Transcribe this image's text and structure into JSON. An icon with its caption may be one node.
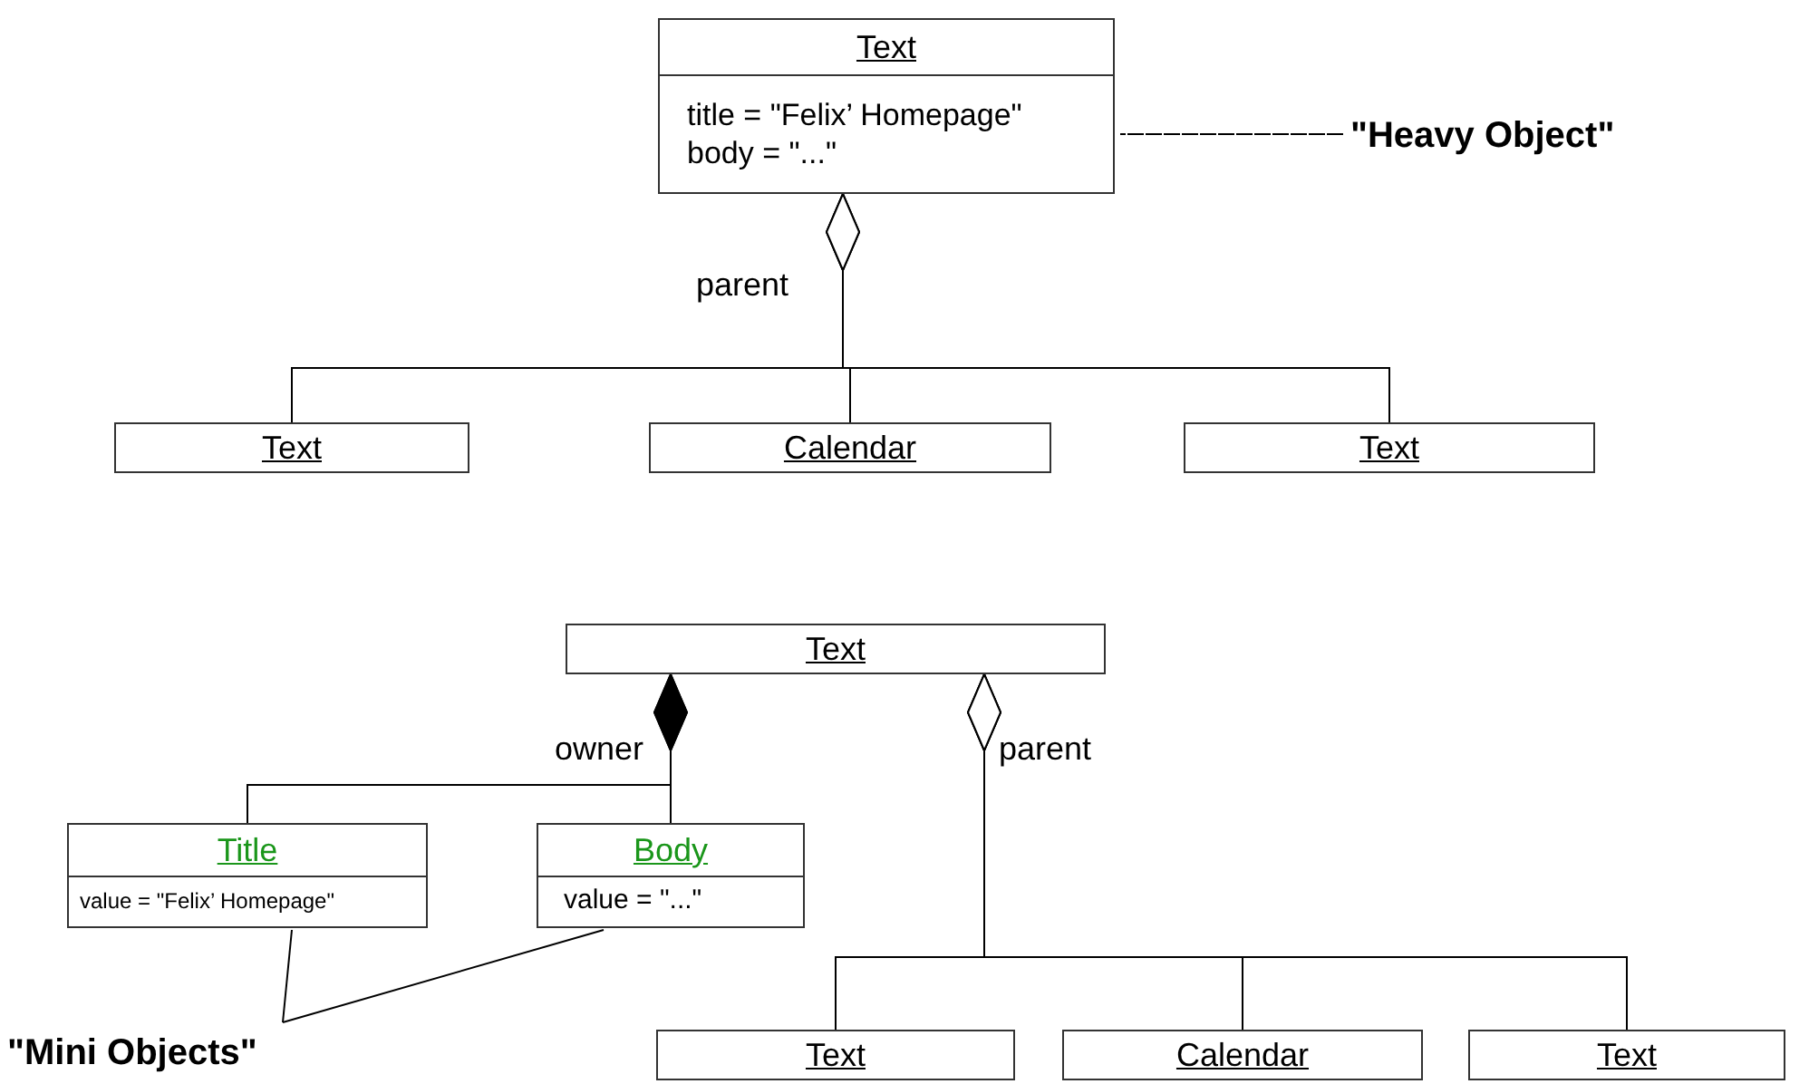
{
  "diagram": {
    "nodes": [
      {
        "text": [
          "Text",
          "title = \"Felix’ Homepage\"",
          "body = \"...\""
        ]
      },
      {
        "text": [
          "\"Heavy Object\""
        ]
      },
      {
        "text": [
          "Text"
        ]
      },
      {
        "text": [
          "Calendar"
        ]
      },
      {
        "text": [
          "Text"
        ]
      },
      {
        "text": [
          "Text"
        ]
      },
      {
        "text": [
          "Title",
          "value = \"Felix’ Homepage\""
        ]
      },
      {
        "text": [
          "Body",
          "value = \"...\""
        ]
      },
      {
        "text": [
          "\"Mini Objects\""
        ]
      },
      {
        "text": [
          "Text"
        ]
      },
      {
        "text": [
          "Calendar"
        ]
      },
      {
        "text": [
          "Text"
        ]
      }
    ],
    "edges": [
      {
        "from": 2,
        "to": 0,
        "arrow": "other"
      },
      {
        "from": 3,
        "to": 0,
        "arrow": "other",
        "label": "parent"
      },
      {
        "from": 4,
        "to": 0,
        "arrow": "other"
      },
      {
        "from": 1,
        "to": 0,
        "arrow": "none",
        "style": "dashed"
      },
      {
        "from": 6,
        "to": 5,
        "arrow": "other"
      },
      {
        "from": 7,
        "to": 5,
        "arrow": "other",
        "label": "owner"
      },
      {
        "from": 9,
        "to": 5,
        "arrow": "other"
      },
      {
        "from": 10,
        "to": 5,
        "arrow": "other",
        "label": "parent"
      },
      {
        "from": 11,
        "to": 5,
        "arrow": "other"
      },
      {
        "from": 8,
        "to": 6,
        "arrow": "none"
      },
      {
        "from": 8,
        "to": 7,
        "arrow": "none"
      }
    ]
  }
}
